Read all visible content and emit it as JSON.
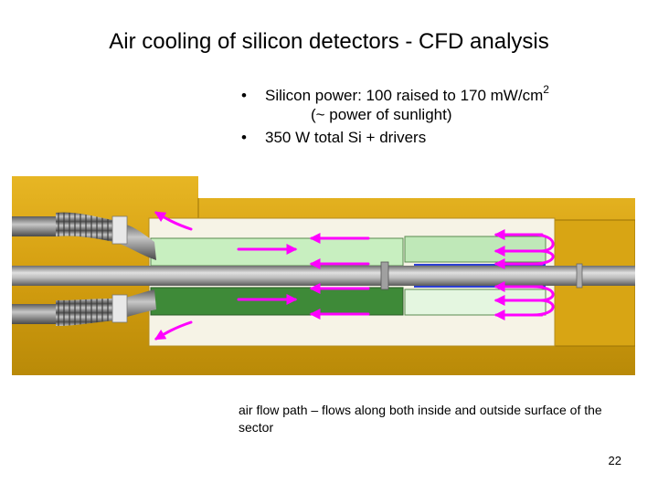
{
  "slide": {
    "title": "Air cooling of silicon detectors - CFD analysis",
    "page_number": "22"
  },
  "bullets": {
    "marker": "•",
    "item1_text": "Silicon power: 100 raised to 170 mW/cm",
    "item1_sup": "2",
    "item1_sub": "(~ power of sunlight)",
    "item2_text": "350 W total Si + drivers"
  },
  "figure": {
    "caption": "air flow path – flows along both inside and outside surface of the sector",
    "colors": {
      "housing": "#d9a414",
      "housing_dark": "#a87a08",
      "gas_inner": "#ffffff",
      "sector_light": "#c8efc0",
      "sector_dark": "#3e8a38",
      "beam_pipe": "#8c8c8c",
      "arrow": "#ff00ff"
    }
  }
}
